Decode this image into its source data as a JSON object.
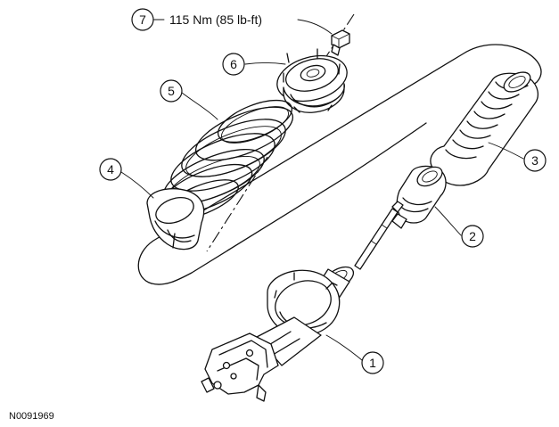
{
  "diagram": {
    "reference_code": "N0091969",
    "torque_spec": "115 Nm (85 lb-ft)",
    "callouts": [
      {
        "label": "1",
        "part": "strut"
      },
      {
        "label": "2",
        "part": "jounce-bumper"
      },
      {
        "label": "3",
        "part": "dust-boot"
      },
      {
        "label": "4",
        "part": "lower-spring-seat"
      },
      {
        "label": "5",
        "part": "coil-spring"
      },
      {
        "label": "6",
        "part": "upper-mount"
      },
      {
        "label": "7",
        "part": "top-nut"
      }
    ]
  }
}
